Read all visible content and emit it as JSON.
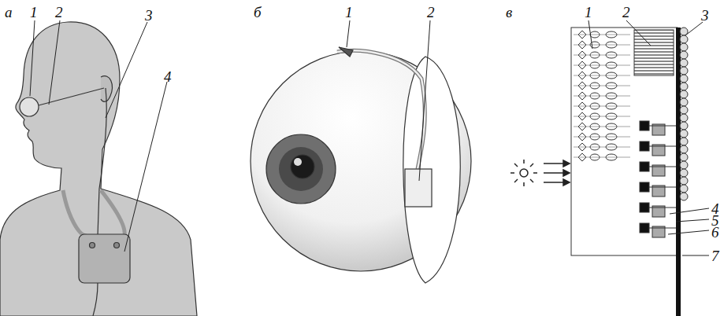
{
  "diagram": {
    "labels": [
      "а",
      "1",
      "2",
      "3",
      "4",
      "б",
      "1",
      "2",
      "в",
      "1",
      "2",
      "3",
      "4",
      "5",
      "6",
      "7"
    ]
  }
}
